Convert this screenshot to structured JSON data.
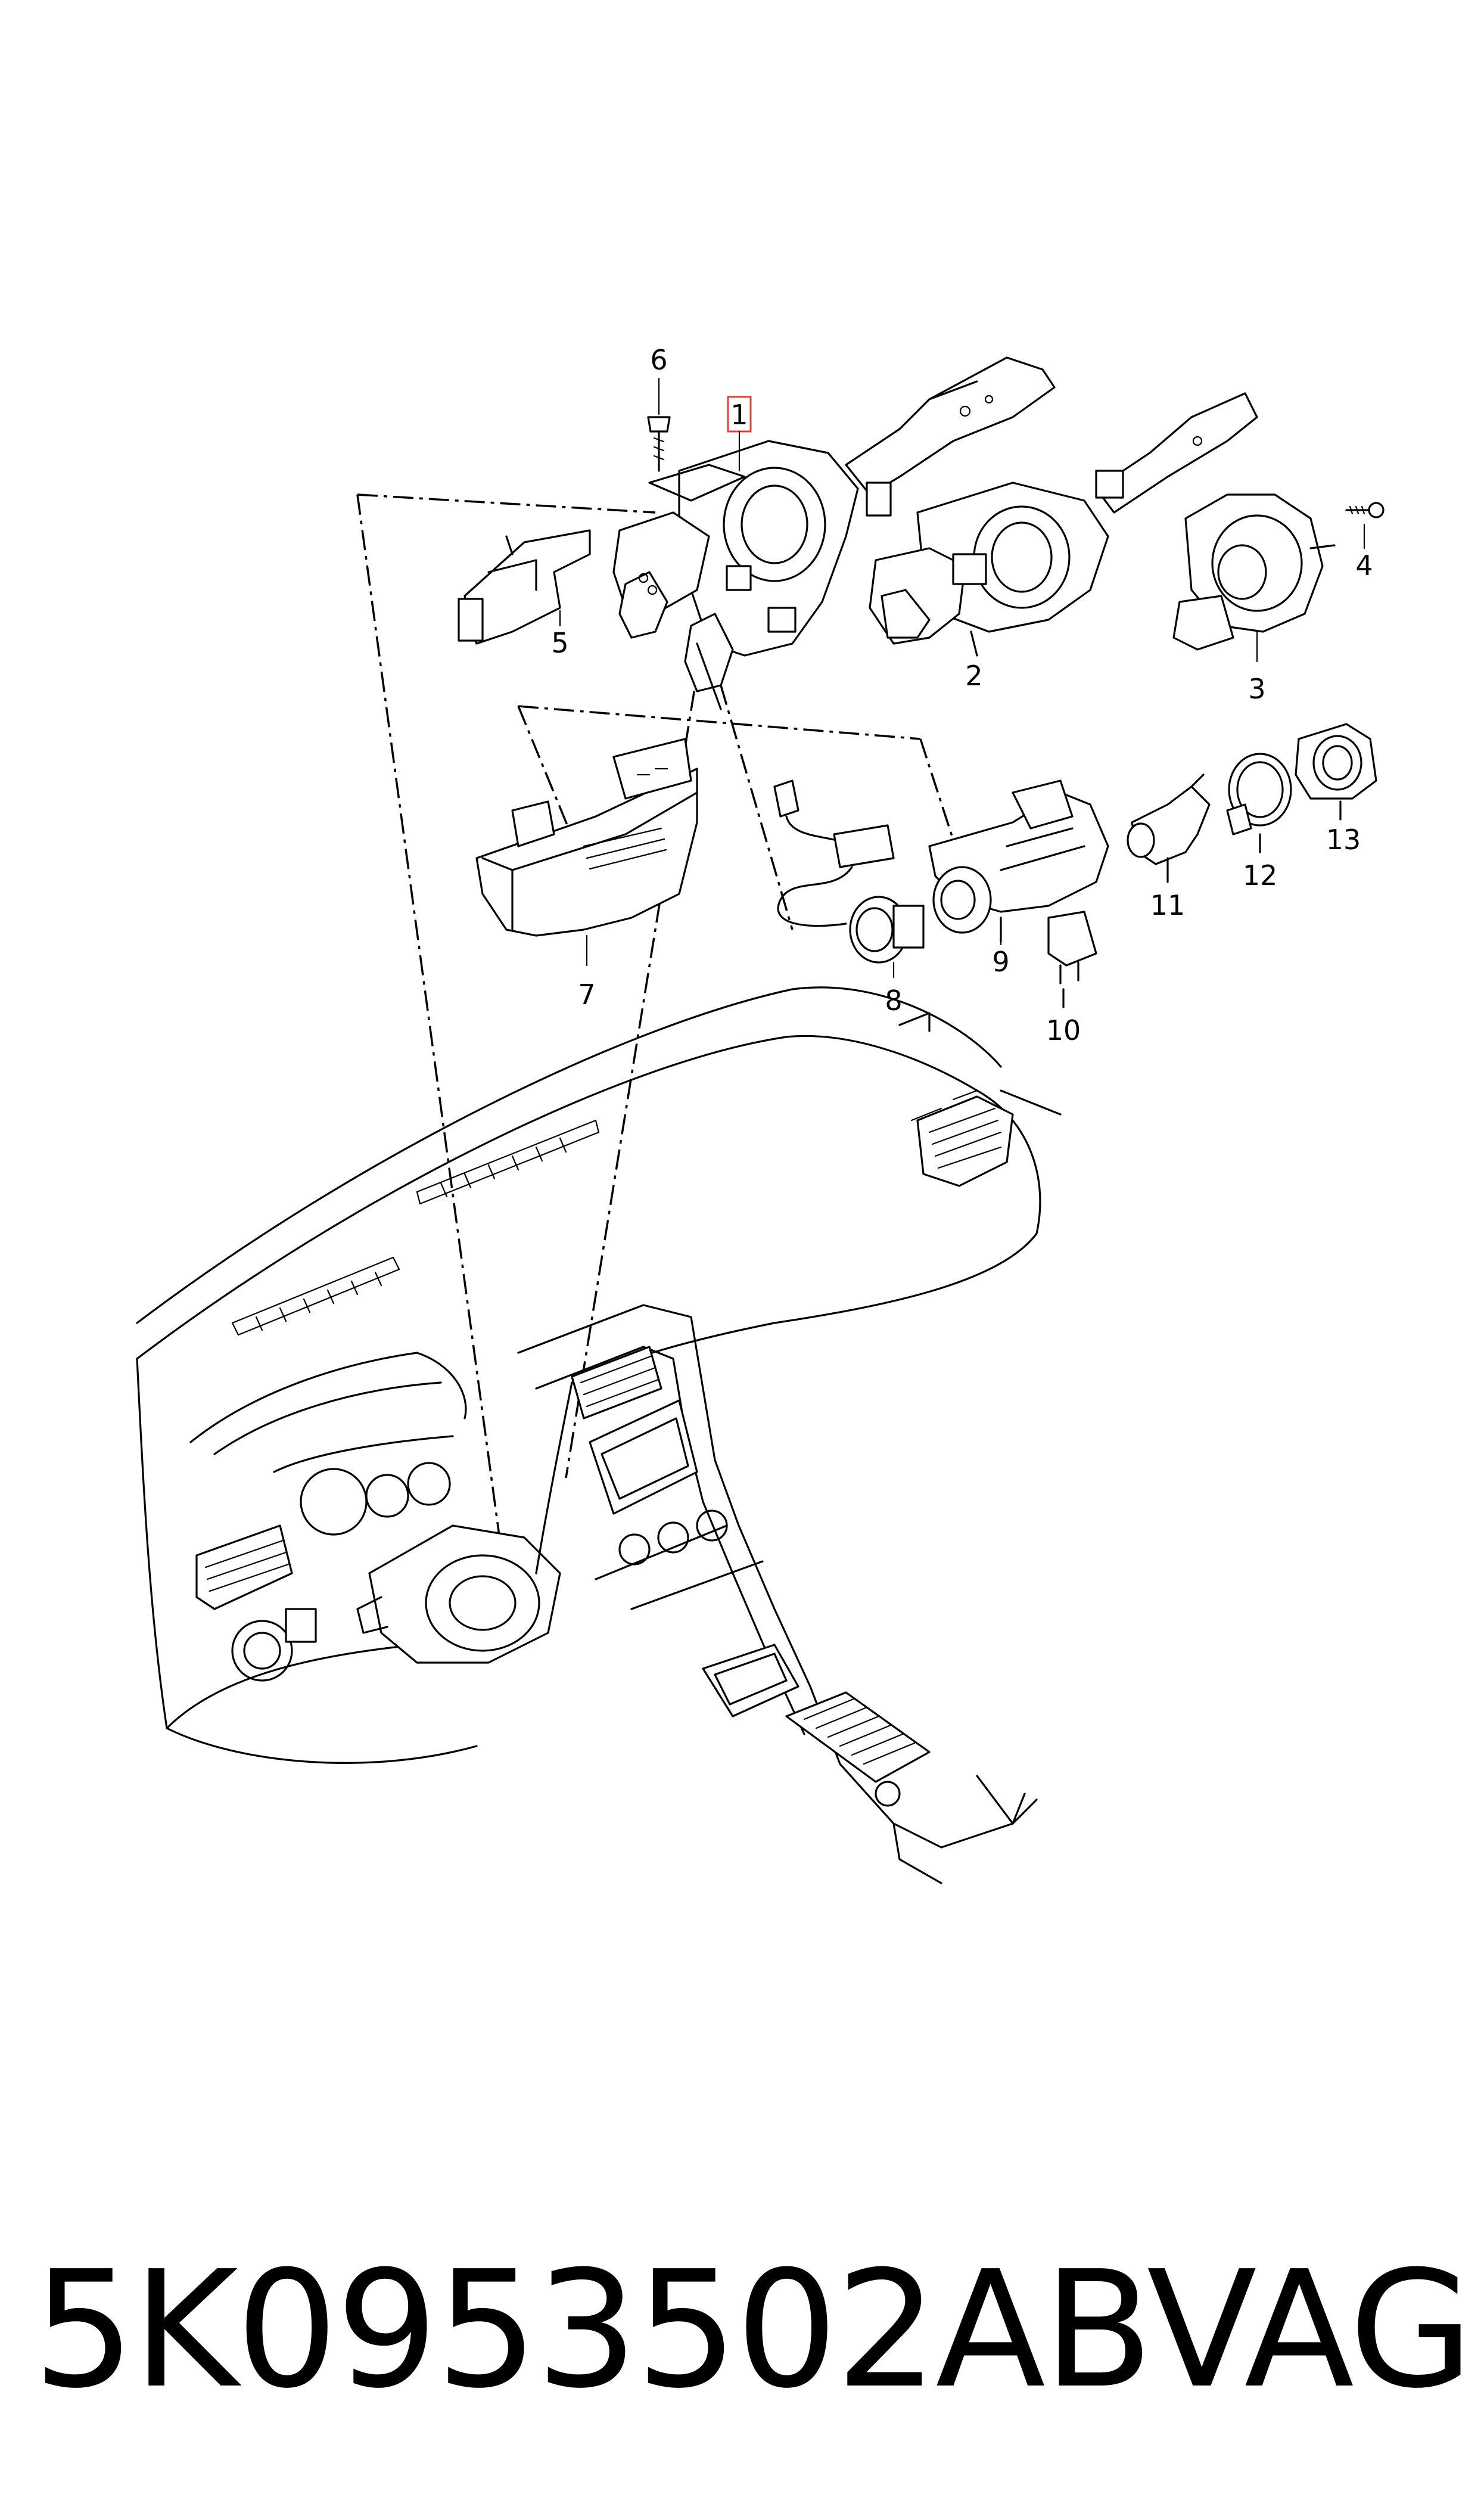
{
  "callouts": [
    {
      "id": "1",
      "label": "1",
      "highlighted": true
    },
    {
      "id": "2",
      "label": "2"
    },
    {
      "id": "3",
      "label": "3"
    },
    {
      "id": "4",
      "label": "4"
    },
    {
      "id": "5",
      "label": "5"
    },
    {
      "id": "6",
      "label": "6"
    },
    {
      "id": "7",
      "label": "7"
    },
    {
      "id": "8",
      "label": "8"
    },
    {
      "id": "9",
      "label": "9"
    },
    {
      "id": "10",
      "label": "10"
    },
    {
      "id": "11",
      "label": "11"
    },
    {
      "id": "12",
      "label": "12"
    },
    {
      "id": "13",
      "label": "13"
    }
  ],
  "caption": {
    "part_number": "5K0953502AB",
    "brand": "VAG"
  },
  "colors": {
    "highlight_box": "#e0403a",
    "line": "#000000",
    "background": "#ffffff"
  }
}
